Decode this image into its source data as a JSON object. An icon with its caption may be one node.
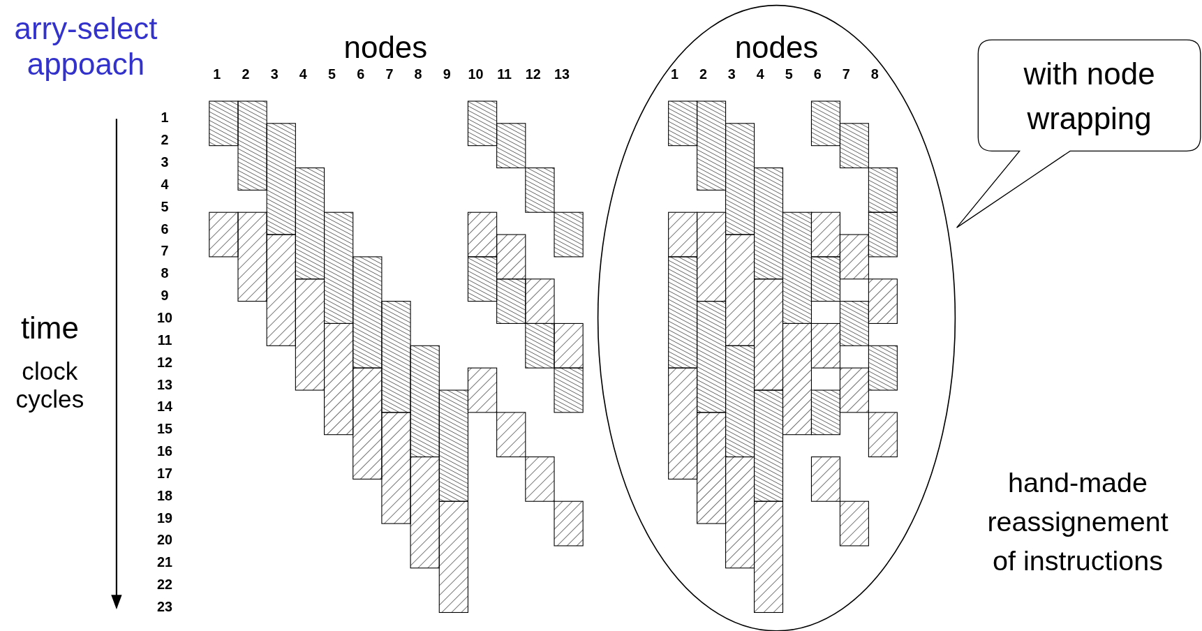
{
  "diagram": {
    "nodes": [
      {
        "text": [
          "with node wrapping"
        ]
      },
      {
        "text": [],
        "shape": "ellipse"
      }
    ],
    "edges": [],
    "labels": [
      "arry-select appoach",
      "nodes",
      "1",
      "2",
      "3",
      "4",
      "5",
      "6",
      "7",
      "8",
      "9",
      "10",
      "11",
      "12",
      "13",
      "1",
      "2",
      "3",
      "4",
      "5",
      "6",
      "7",
      "8",
      "9",
      "10",
      "11",
      "12",
      "13",
      "14",
      "15",
      "16",
      "17",
      "18",
      "19",
      "20",
      "21",
      "22",
      "23",
      "time",
      "clock cycles",
      "nodes",
      "1",
      "2",
      "3",
      "4",
      "5",
      "6",
      "7",
      "8",
      "hand-made reassignement of instructions"
    ]
  }
}
